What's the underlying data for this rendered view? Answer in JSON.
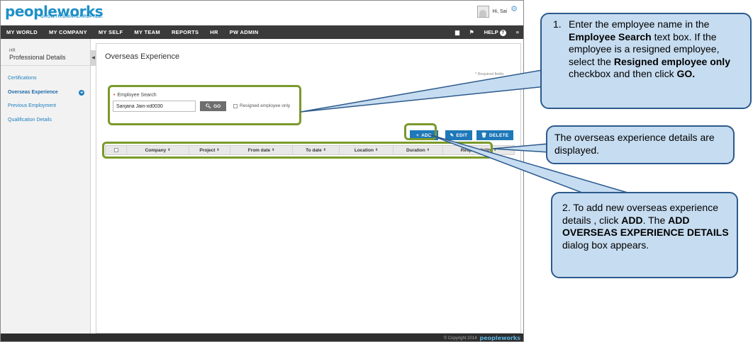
{
  "app": {
    "logo": "peopleworks",
    "tagline": "GROWTH.UNINTERRUPTED.",
    "greeting": "Hi, Sai"
  },
  "nav": {
    "items": [
      "MY WORLD",
      "MY COMPANY",
      "MY SELF",
      "MY TEAM",
      "REPORTS",
      "HR",
      "PW ADMIN"
    ],
    "help": "HELP"
  },
  "sidebar": {
    "section": "HR",
    "title": "Professional Details",
    "items": [
      {
        "label": "Certifications"
      },
      {
        "label": "Overseas Experience",
        "active": true
      },
      {
        "label": "Previous Employment"
      },
      {
        "label": "Qualification Details"
      }
    ]
  },
  "main": {
    "title": "Overseas Experience",
    "required_note": "* Required fields",
    "search_label": "Employee Search",
    "search_value": "Sanjana Jain-xd0030",
    "go_label": "GO",
    "resigned_label": "Resigned employee only",
    "buttons": {
      "add": "ADD",
      "edit": "EDIT",
      "delete": "DELETE"
    },
    "columns": [
      "Company",
      "Project",
      "From date",
      "To date",
      "Location",
      "Duration",
      "Responsibility"
    ]
  },
  "footer": {
    "copyright": "© Copyright 2014",
    "logo": "peopleworks"
  },
  "callouts": {
    "c1_num": "1.",
    "c1_a": "Enter the employee name in the ",
    "c1_b": "Employee Search",
    "c1_c": "  text box. If the employee is a resigned employee, select  the ",
    "c1_d": "Resigned employee only",
    "c1_e": " checkbox and then  click ",
    "c1_f": "GO.",
    "c2": "The overseas experience details are displayed.",
    "c3_a": "2.   To add new overseas experience details , click ",
    "c3_b": "ADD",
    "c3_c": ". The ",
    "c3_d": "ADD OVERSEAS EXPERIENCE DETAILS",
    "c3_e": " dialog box appears."
  },
  "colors": {
    "accent": "#1e78b9",
    "highlight": "#7a9a2a",
    "callout_bg": "#c6dcf0",
    "callout_border": "#2c5a8c"
  }
}
